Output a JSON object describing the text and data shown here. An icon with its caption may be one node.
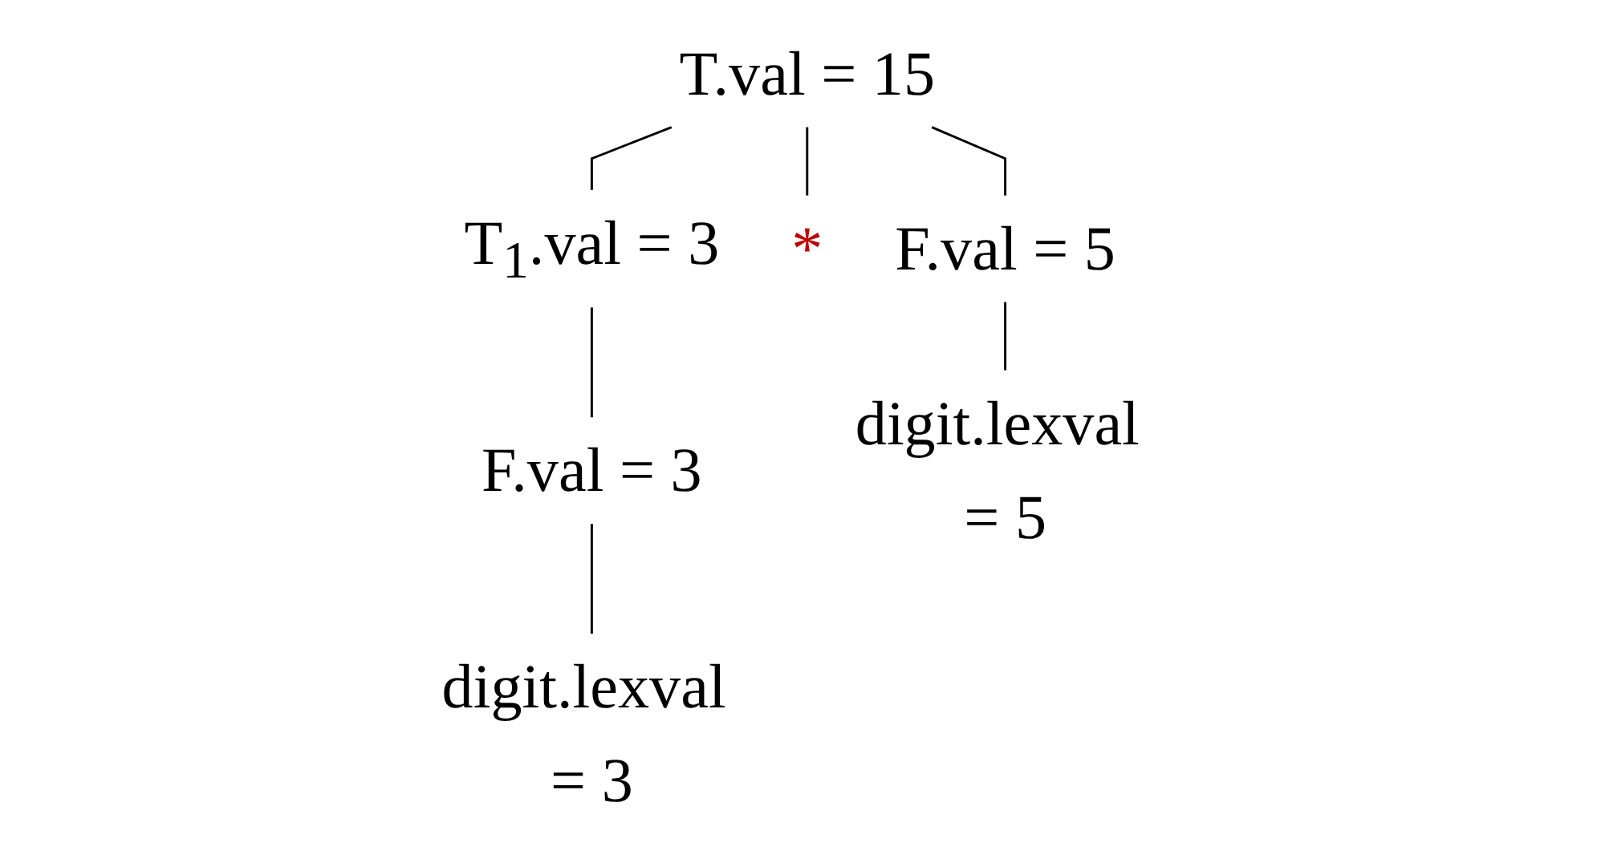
{
  "diagram": {
    "nodes": [
      {
        "text": [
          "T.val = 15"
        ]
      },
      {
        "text": [
          "T$_{1}$.val = 3"
        ]
      },
      {
        "text": [
          "*"
        ]
      },
      {
        "text": [
          "F.val = 5"
        ]
      },
      {
        "text": [
          "F.val = 3"
        ]
      },
      {
        "text": [
          "digit.lexval = 5"
        ]
      },
      {
        "text": [
          "digit.lexval = 3"
        ]
      }
    ],
    "edges": [
      {
        "from": 0,
        "to": 1,
        "arrow": "none"
      },
      {
        "from": 0,
        "to": 2,
        "arrow": "none"
      },
      {
        "from": 0,
        "to": 3,
        "arrow": "none"
      },
      {
        "from": 1,
        "to": 4,
        "arrow": "none"
      },
      {
        "from": 3,
        "to": 5,
        "arrow": "none"
      },
      {
        "from": 4,
        "to": 6,
        "arrow": "none"
      }
    ]
  }
}
